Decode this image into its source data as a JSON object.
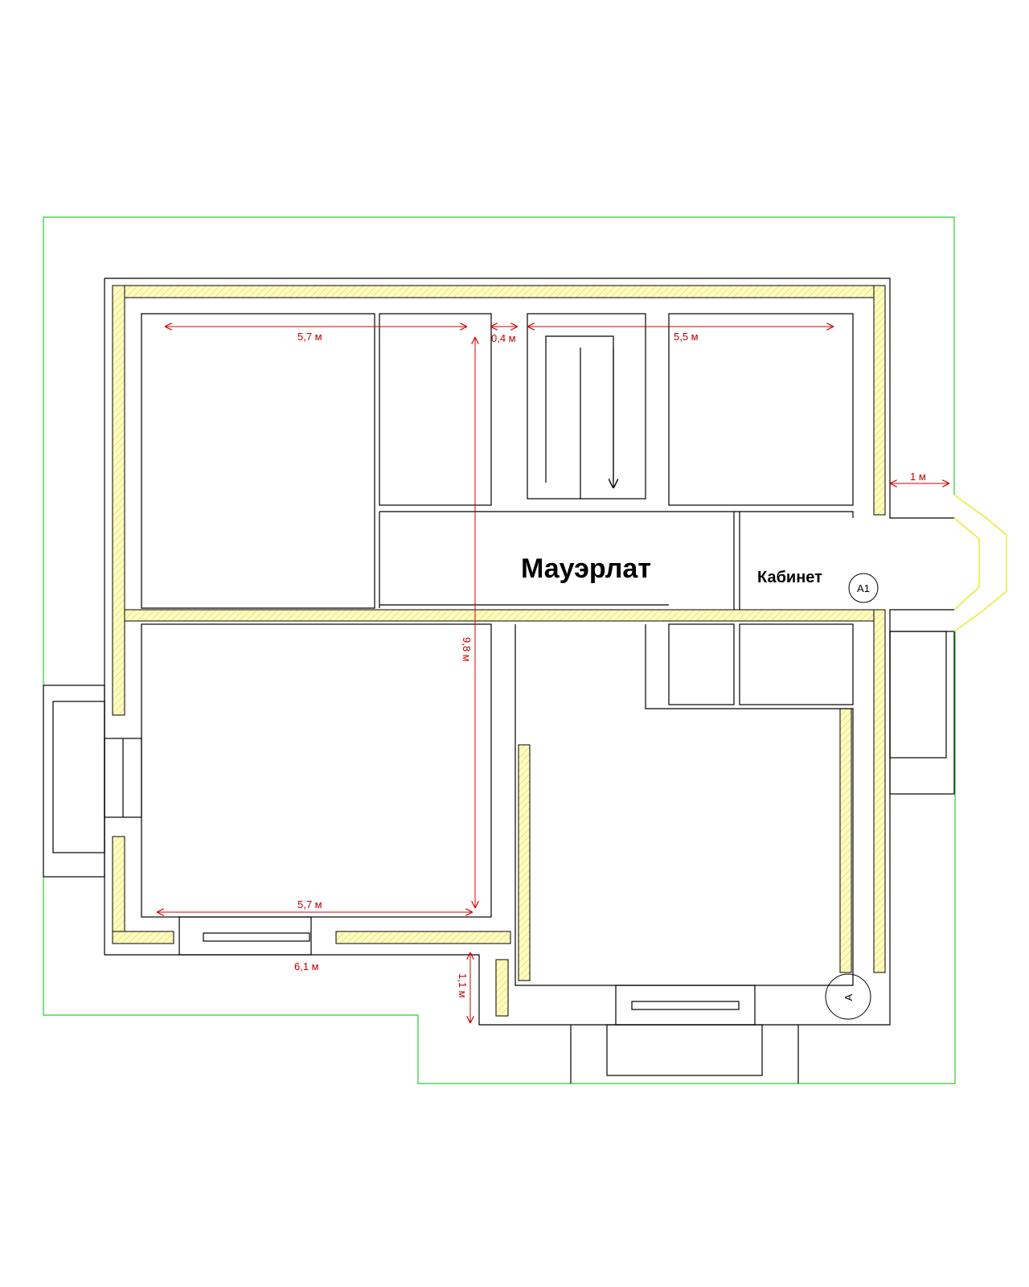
{
  "diagram": {
    "title": "Мауэрлат",
    "room_label": "Кабинет",
    "markers": {
      "a1": "A1",
      "a": "A"
    },
    "dimensions": {
      "top_left_width": "5,7 м",
      "gap": "0,4 м",
      "top_right_width": "5,5 м",
      "right_offset": "1 м",
      "depth": "9,8 м",
      "bottom_inner_width": "5,7 м",
      "bottom_outer_width": "6,1 м",
      "step": "1,1 м"
    },
    "colors": {
      "site_boundary": "#2ecc2e",
      "dimension": "#d40000",
      "mauerlat_fill": "#fffcc2",
      "bay_window": "#e6e600"
    }
  }
}
